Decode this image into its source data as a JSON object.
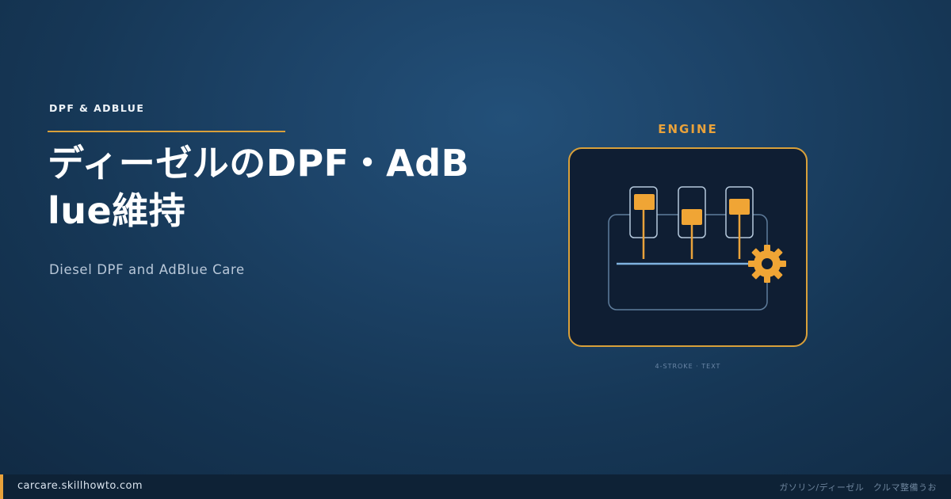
{
  "header": {
    "category_tag": "DPF & ADBLUE",
    "title": "ディーゼルのDPF・AdBlue維持",
    "subtitle": "Diesel DPF and AdBlue Care"
  },
  "illustration": {
    "label": "ENGINE",
    "caption": "4-STROKE · TEXT",
    "icon_name": "engine-icon"
  },
  "footer": {
    "domain": "carcare.skillhowto.com",
    "series": "ガソリン/ディーゼル　クルマ整備うお"
  },
  "colors": {
    "accent": "#e9a23b",
    "background": "#163756",
    "panel": "#0f1e33",
    "outline": "#8aa8c4",
    "text": "#ffffff"
  }
}
